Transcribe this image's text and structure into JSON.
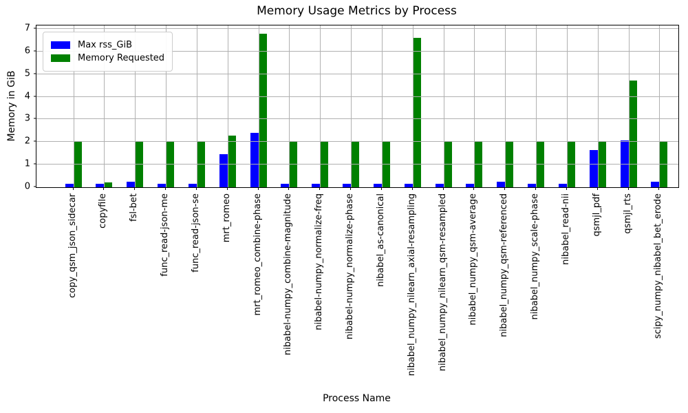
{
  "chart_data": {
    "type": "bar",
    "title": "Memory Usage Metrics by Process",
    "xlabel": "Process Name",
    "ylabel": "Memory in GiB",
    "categories": [
      "copy_qsm_json_sidecar",
      "copyfile",
      "fsl-bet",
      "func_read-json-me",
      "func_read-json-se",
      "mrt_romeo",
      "mrt_romeo_combine-phase",
      "nibabel-numpy_combine-magnitude",
      "nibabel-numpy_normalize-freq",
      "nibabel-numpy_normalize-phase",
      "nibabel_as-canonical",
      "nibabel_numpy_nilearn_axial-resampling",
      "nibabel_numpy_nilearn_qsm-resampled",
      "nibabel_numpy_qsm-average",
      "nibabel_numpy_qsm-referenced",
      "nibabel_numpy_scale-phase",
      "nibabel_read-nii",
      "qsmjl_pdf",
      "qsmjl_rts",
      "scipy_numpy_nibabel_bet_erode"
    ],
    "series": [
      {
        "name": "Max rss_GiB",
        "color": "#0000ff",
        "values": [
          0.15,
          0.15,
          0.25,
          0.16,
          0.16,
          1.47,
          2.41,
          0.16,
          0.16,
          0.16,
          0.16,
          0.16,
          0.16,
          0.16,
          0.24,
          0.16,
          0.16,
          1.65,
          2.08,
          0.25
        ]
      },
      {
        "name": "Memory Requested",
        "color": "#008000",
        "values": [
          2.0,
          0.22,
          2.0,
          2.0,
          2.0,
          2.28,
          6.8,
          2.0,
          2.0,
          2.0,
          2.0,
          6.6,
          2.0,
          2.0,
          2.0,
          2.0,
          2.0,
          2.0,
          4.72,
          2.0
        ]
      }
    ],
    "yticks": [
      0,
      1,
      2,
      3,
      4,
      5,
      6,
      7
    ],
    "ylim": [
      0,
      7.15
    ],
    "grid": true,
    "grid_color": "#b0b0b0",
    "legend_position": "upper-left"
  }
}
